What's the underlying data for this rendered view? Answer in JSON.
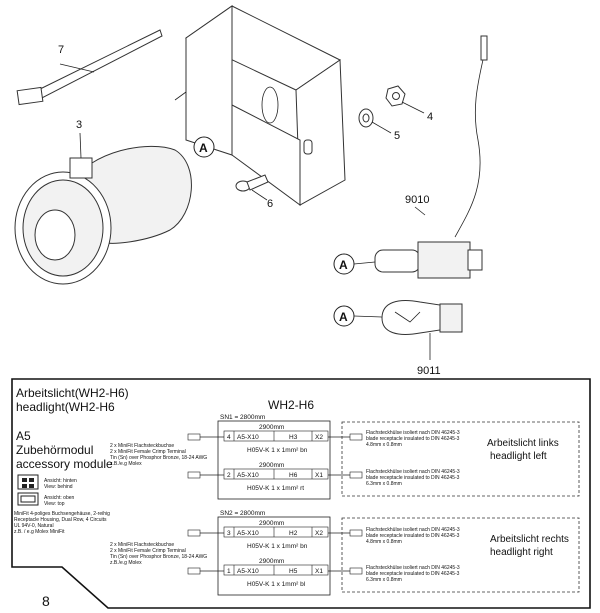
{
  "exploded_view": {
    "callouts": {
      "c7": "7",
      "c3": "3",
      "c4": "4",
      "c5": "5",
      "c6": "6",
      "c9010": "9010",
      "c9011": "9011"
    },
    "connector_marker": "A"
  },
  "wiring": {
    "section_number": "8",
    "title_de": "Arbeitslicht(WH2-H6)",
    "title_en": "headlight(WH2-H6",
    "module_id": "A5",
    "module_de": "Zubehörmodul",
    "module_en": "accessory module",
    "harness_name": "WH2-H6",
    "sn1": "SN1 = 2800mm",
    "sn2": "SN2 = 2800mm",
    "segment_length": "2900mm",
    "crimp_lines": [
      "2 x MiniFit Flachsteckbuchse",
      "2 x MiniFit Female Crimp Terminal",
      "Tin (Sn) over Phosphor Bronze, 18-24 AWG",
      "z.B./e.g Molex"
    ],
    "view_rear_de": "Ansicht: hinten",
    "view_rear_en": "View: behind",
    "view_top_de": "Ansicht: oben",
    "view_top_en": "View: top",
    "housing_lines": [
      "MiniFit 4-poliges Buchsengehäuse, 2-reihig",
      "Receptacle Housing, Dual Row, 4 Circuits",
      "UL 94V-0, Natural",
      "z.B. / e.g Molex MiniFit"
    ],
    "rows": [
      {
        "pin": "4",
        "conn": "A5-X10",
        "dest": "H3",
        "x": "X2",
        "cable": "H05V-K 1 x 1mm² bn"
      },
      {
        "pin": "2",
        "conn": "A5-X10",
        "dest": "H6",
        "x": "X1",
        "cable": "H05V-K 1 x 1mm² rt"
      },
      {
        "pin": "3",
        "conn": "A5-X10",
        "dest": "H2",
        "x": "X2",
        "cable": "H05V-K 1 x 1mm² bn"
      },
      {
        "pin": "1",
        "conn": "A5-X10",
        "dest": "H5",
        "x": "X1",
        "cable": "H05V-K 1 x 1mm² bl"
      }
    ],
    "receptacle_lines": [
      "Flachsteckhülse isoliert nach DIN 46245-3",
      "blade receptacle insulated to DIN 46245-3"
    ],
    "receptacle_size_a": "4.8mm x 0.8mm",
    "receptacle_size_b": "6.3mm x 0.8mm",
    "left_light_de": "Arbeitslicht links",
    "left_light_en": "headlight left",
    "right_light_de": "Arbeitslicht rechts",
    "right_light_en": "headlight right"
  }
}
